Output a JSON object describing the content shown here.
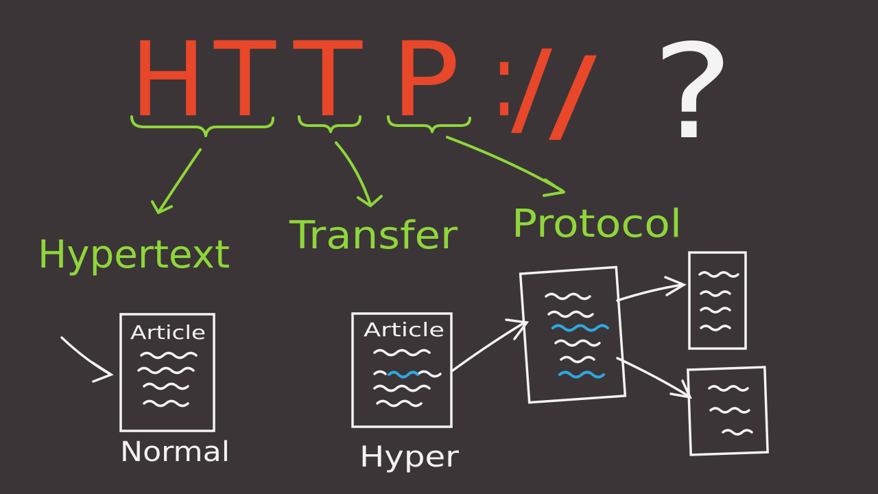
{
  "title": {
    "letters": [
      "H",
      "T",
      "T",
      "P",
      ":",
      "/",
      "/"
    ],
    "question_mark": "?"
  },
  "expansions": {
    "hypertext": "Hypertext",
    "transfer": "Transfer",
    "protocol": "Protocol"
  },
  "normal_example": {
    "doc_title": "Article",
    "caption": "Normal"
  },
  "hyper_example": {
    "doc_title": "Article",
    "caption": "Hyper"
  },
  "colors": {
    "background": "#3b3537",
    "title_red": "#e8472a",
    "green": "#8fd63a",
    "white": "#f3f3f3",
    "link_blue": "#2ea8e0"
  }
}
